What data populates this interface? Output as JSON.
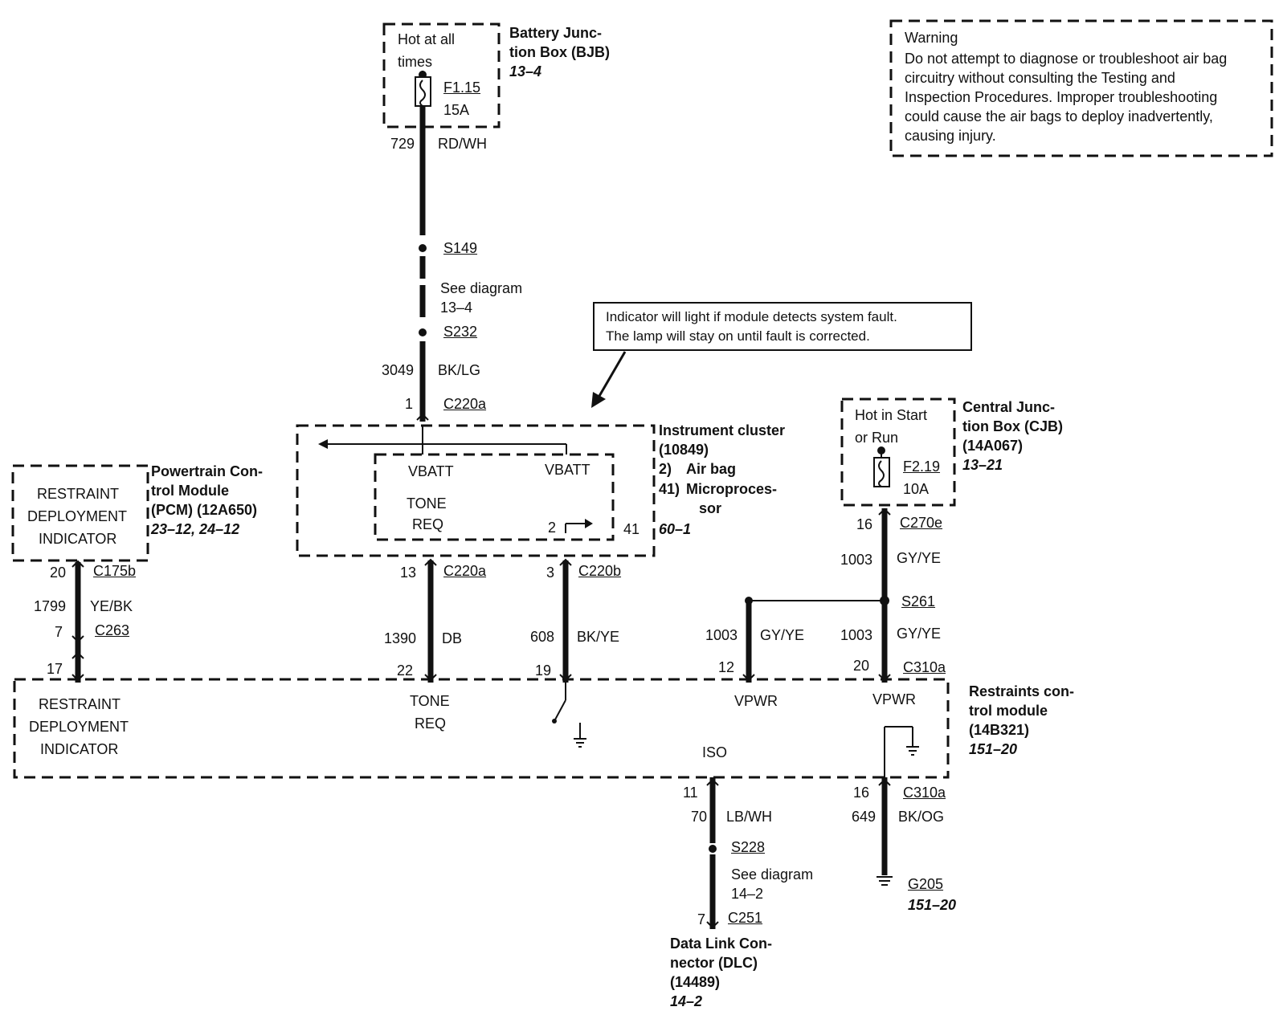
{
  "warning": {
    "title": "Warning",
    "lines": [
      "Do not attempt to diagnose or troubleshoot air bag",
      "circuitry without consulting the Testing and",
      "Inspection Procedures. Improper troubleshooting",
      "could cause the air bags to deploy inadvertently,",
      "causing injury."
    ]
  },
  "indicator_note": {
    "line1": "Indicator will light if module detects system fault.",
    "line2": "The lamp will stay on until fault is corrected."
  },
  "bjb": {
    "hot1": "Hot at all",
    "hot2": "times",
    "fuse": "F1.15",
    "rating": "15A",
    "name1": "Battery Junc-",
    "name2": "tion Box (BJB)",
    "ref": "13–4"
  },
  "cjb": {
    "hot1": "Hot in Start",
    "hot2": "or Run",
    "fuse": "F2.19",
    "rating": "10A",
    "name1": "Central Junc-",
    "name2": "tion Box (CJB)",
    "name3": "(14A067)",
    "ref": "13–21"
  },
  "wires": {
    "w729": {
      "circuit": "729",
      "color": "RD/WH"
    },
    "w3049": {
      "circuit": "3049",
      "color": "BK/LG"
    },
    "w1390": {
      "circuit": "1390",
      "color": "DB"
    },
    "w608": {
      "circuit": "608",
      "color": "BK/YE"
    },
    "w1799": {
      "circuit": "1799",
      "color": "YE/BK"
    },
    "w1003a": {
      "circuit": "1003",
      "color": "GY/YE"
    },
    "w1003b": {
      "circuit": "1003",
      "color": "GY/YE"
    },
    "w1003c": {
      "circuit": "1003",
      "color": "GY/YE"
    },
    "w70": {
      "circuit": "70",
      "color": "LB/WH"
    },
    "w649": {
      "circuit": "649",
      "color": "BK/OG"
    }
  },
  "splices": {
    "s149": "S149",
    "s232": "S232",
    "see1": "See diagram",
    "see1ref": "13–4",
    "s261": "S261",
    "s228": "S228",
    "see2": "See diagram",
    "see2ref": "14–2"
  },
  "connectors": {
    "c220a_top": {
      "pin": "1",
      "name": "C220a"
    },
    "c220a_bot": {
      "pin": "13",
      "name": "C220a"
    },
    "c220b": {
      "pin": "3",
      "name": "C220b"
    },
    "c175b": {
      "pin": "20",
      "name": "C175b"
    },
    "c263": {
      "pin": "7",
      "name": "C263"
    },
    "c270e": {
      "pin": "16",
      "name": "C270e"
    },
    "c310a_top": {
      "pin": "20",
      "name": "C310a"
    },
    "c310a_bot": {
      "pin": "16",
      "name": "C310a"
    },
    "c251": {
      "pin": "7",
      "name": "C251"
    }
  },
  "cluster": {
    "vbatt1": "VBATT",
    "vbatt2": "VBATT",
    "tone": "TONE",
    "req": "REQ",
    "pin2": "2",
    "pin41": "41",
    "name1": "Instrument cluster",
    "name2": "(10849)",
    "n3a": "2)",
    "n3b": "Air bag",
    "n4a": "41)",
    "n4b": "Microproces-",
    "n5": "sor",
    "ref": "60–1"
  },
  "pcm": {
    "l1": "RESTRAINT",
    "l2": "DEPLOYMENT",
    "l3": "INDICATOR",
    "name1": "Powertrain Con-",
    "name2": "trol Module",
    "name3": "(PCM) (12A650)",
    "ref": "23–12, 24–12"
  },
  "rcm": {
    "pin17": "17",
    "pin22": "22",
    "pin19": "19",
    "pin12": "12",
    "l1": "RESTRAINT",
    "l2": "DEPLOYMENT",
    "l3": "INDICATOR",
    "tone": "TONE",
    "req": "REQ",
    "vpwr1": "VPWR",
    "vpwr2": "VPWR",
    "iso": "ISO",
    "pin11": "11",
    "name1": "Restraints con-",
    "name2": "trol module",
    "name3": "(14B321)",
    "ref": "151–20"
  },
  "dlc": {
    "name1": "Data Link Con-",
    "name2": "nector (DLC)",
    "name3": "(14489)",
    "ref": "14–2"
  },
  "ground": {
    "name": "G205",
    "ref": "151–20"
  }
}
